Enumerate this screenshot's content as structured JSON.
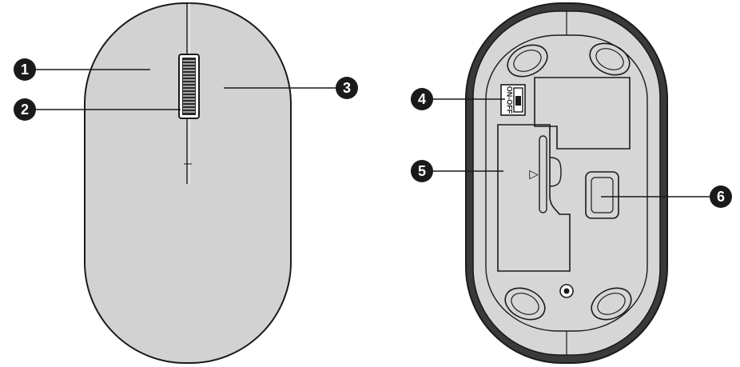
{
  "callouts": [
    {
      "number": "1",
      "part": "left button"
    },
    {
      "number": "2",
      "part": "scroll wheel"
    },
    {
      "number": "3",
      "part": "right button"
    },
    {
      "number": "4",
      "part": "on/off switch"
    },
    {
      "number": "5",
      "part": "battery compartment"
    },
    {
      "number": "6",
      "part": "optical sensor"
    }
  ],
  "switch_label": "ON-OFF",
  "battery_arrow_glyph": "▷",
  "colors": {
    "body_fill": "#d2d2d2",
    "outline": "#1a1a1a",
    "callout_fill": "#1a1a1a",
    "callout_text": "#ffffff"
  }
}
